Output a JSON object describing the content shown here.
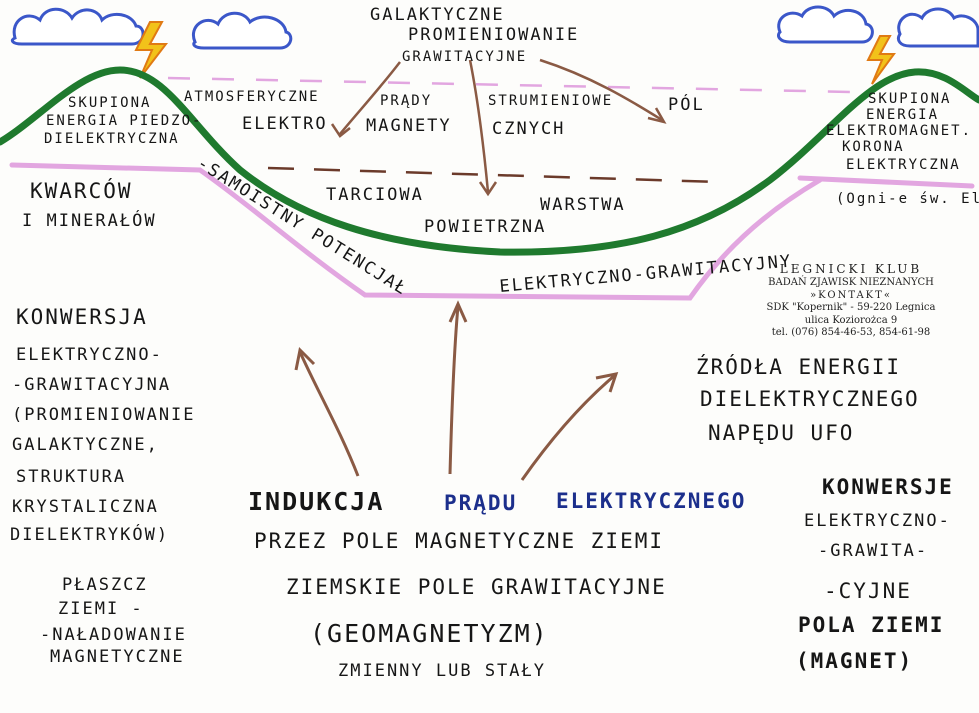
{
  "top_title": [
    "GALAKTYCZNE",
    "PROMIENIOWANIE",
    "GRAWITACYJNE"
  ],
  "pol": "PÓL",
  "hills": {
    "left": [
      "SKUPIONA",
      "ENERGIA PIEDZO-",
      "DIELEKTRYCZNA"
    ],
    "right": [
      "SKUPIONA",
      "ENERGIA",
      "ELEKTROMAGNET.",
      "KORONA",
      "ELEKTRYCZNA"
    ]
  },
  "atmosphere": {
    "col1": [
      "ATMOSFERYCZNE",
      "ELEKTRO"
    ],
    "col2": [
      "PRĄDY",
      "MAGNETY"
    ],
    "col3": [
      "STRUMIENIOWE",
      "CZNYCH"
    ]
  },
  "air_layer": {
    "tarciowa": "TARCIOWA",
    "warstwa": "WARSTWA",
    "powietrzna": "POWIETRZNA"
  },
  "kwarcow": [
    "KWARCÓW",
    "I MINERAŁÓW"
  ],
  "ogni": "(Ogni-e św. Elma)",
  "potential": {
    "left": "-SAMOISTNY POTENCJAŁ",
    "right": "ELEKTRYCZNO-GRAWITACYJNY"
  },
  "stamp": [
    "LEGNICKI KLUB",
    "BADAŃ ZJAWISK NIEZNANYCH",
    "»KONTAKT«",
    "SDK \"Kopernik\" - 59-220 Legnica",
    "ulica Koziorożca 9",
    "tel. (076) 854-46-53, 854-61-98"
  ],
  "left_block": [
    "KONWERSJA",
    "ELEKTRYCZNO-",
    "-GRAWITACYJNA",
    "(PROMIENIOWANIE",
    "GALAKTYCZNE,",
    "STRUKTURA",
    "KRYSTALICZNA",
    "DIELEKTRYKÓW)"
  ],
  "plaszcz": [
    "PŁASZCZ",
    "ZIEMI -",
    "-NAŁADOWANIE",
    "MAGNETYCZNE"
  ],
  "zrodla": [
    "ŹRÓDŁA ENERGII",
    "DIELEKTRYCZNEGO",
    "NAPĘDU UFO"
  ],
  "right_block": [
    "KONWERSJE",
    "ELEKTRYCZNO-",
    "-GRAWITA-",
    "-CYJNE",
    "POLA ZIEMI",
    "(MAGNET)"
  ],
  "center": {
    "indukcja": "INDUKCJA",
    "pradu": "PRĄDU",
    "elektrycznego": "ELEKTRYCZNEGO",
    "line2": "PRZEZ POLE MAGNETYCZNE ZIEMI",
    "line3": "ZIEMSKIE POLE GRAWITACYJNE",
    "line4": "(GEOMAGNETYZM)",
    "line5": "ZMIENNY LUB STAŁY"
  },
  "colors": {
    "ground_green": "#1f7a2e",
    "pink_line": "#e2a6e0",
    "arrow_brown": "#8a5a44",
    "cloud_blue": "#3b57c9",
    "lightning_yellow": "#f2c21a",
    "lightning_orange": "#e07a14",
    "dash_brown": "#6b3a2a",
    "blue_text": "#1c2f8c"
  }
}
